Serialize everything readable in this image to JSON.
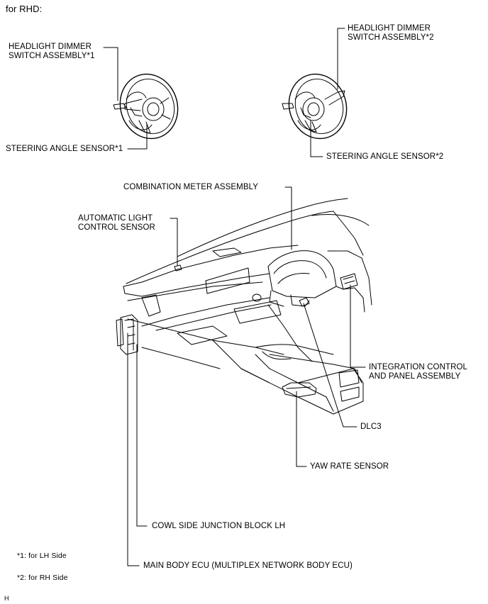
{
  "heading": "for RHD:",
  "labels": {
    "headlight_switch_1": "HEADLIGHT DIMMER\nSWITCH ASSEMBLY*1",
    "headlight_switch_2": "HEADLIGHT DIMMER\nSWITCH ASSEMBLY*2",
    "steering_sensor_1": "STEERING ANGLE SENSOR*1",
    "steering_sensor_2": "STEERING ANGLE SENSOR*2",
    "combination_meter": "COMBINATION METER ASSEMBLY",
    "auto_light_sensor": "AUTOMATIC LIGHT\nCONTROL SENSOR",
    "integration_control": "INTEGRATION CONTROL\nAND PANEL ASSEMBLY",
    "dlc3": "DLC3",
    "yaw_rate_sensor": "YAW RATE SENSOR",
    "cowl_junction_block": "COWL SIDE JUNCTION BLOCK LH",
    "main_body_ecu": "MAIN BODY ECU (MULTIPLEX NETWORK BODY ECU)"
  },
  "notes": {
    "note1": "*1: for LH Side",
    "note2": "*2: for RH Side"
  },
  "corner_mark": "H"
}
